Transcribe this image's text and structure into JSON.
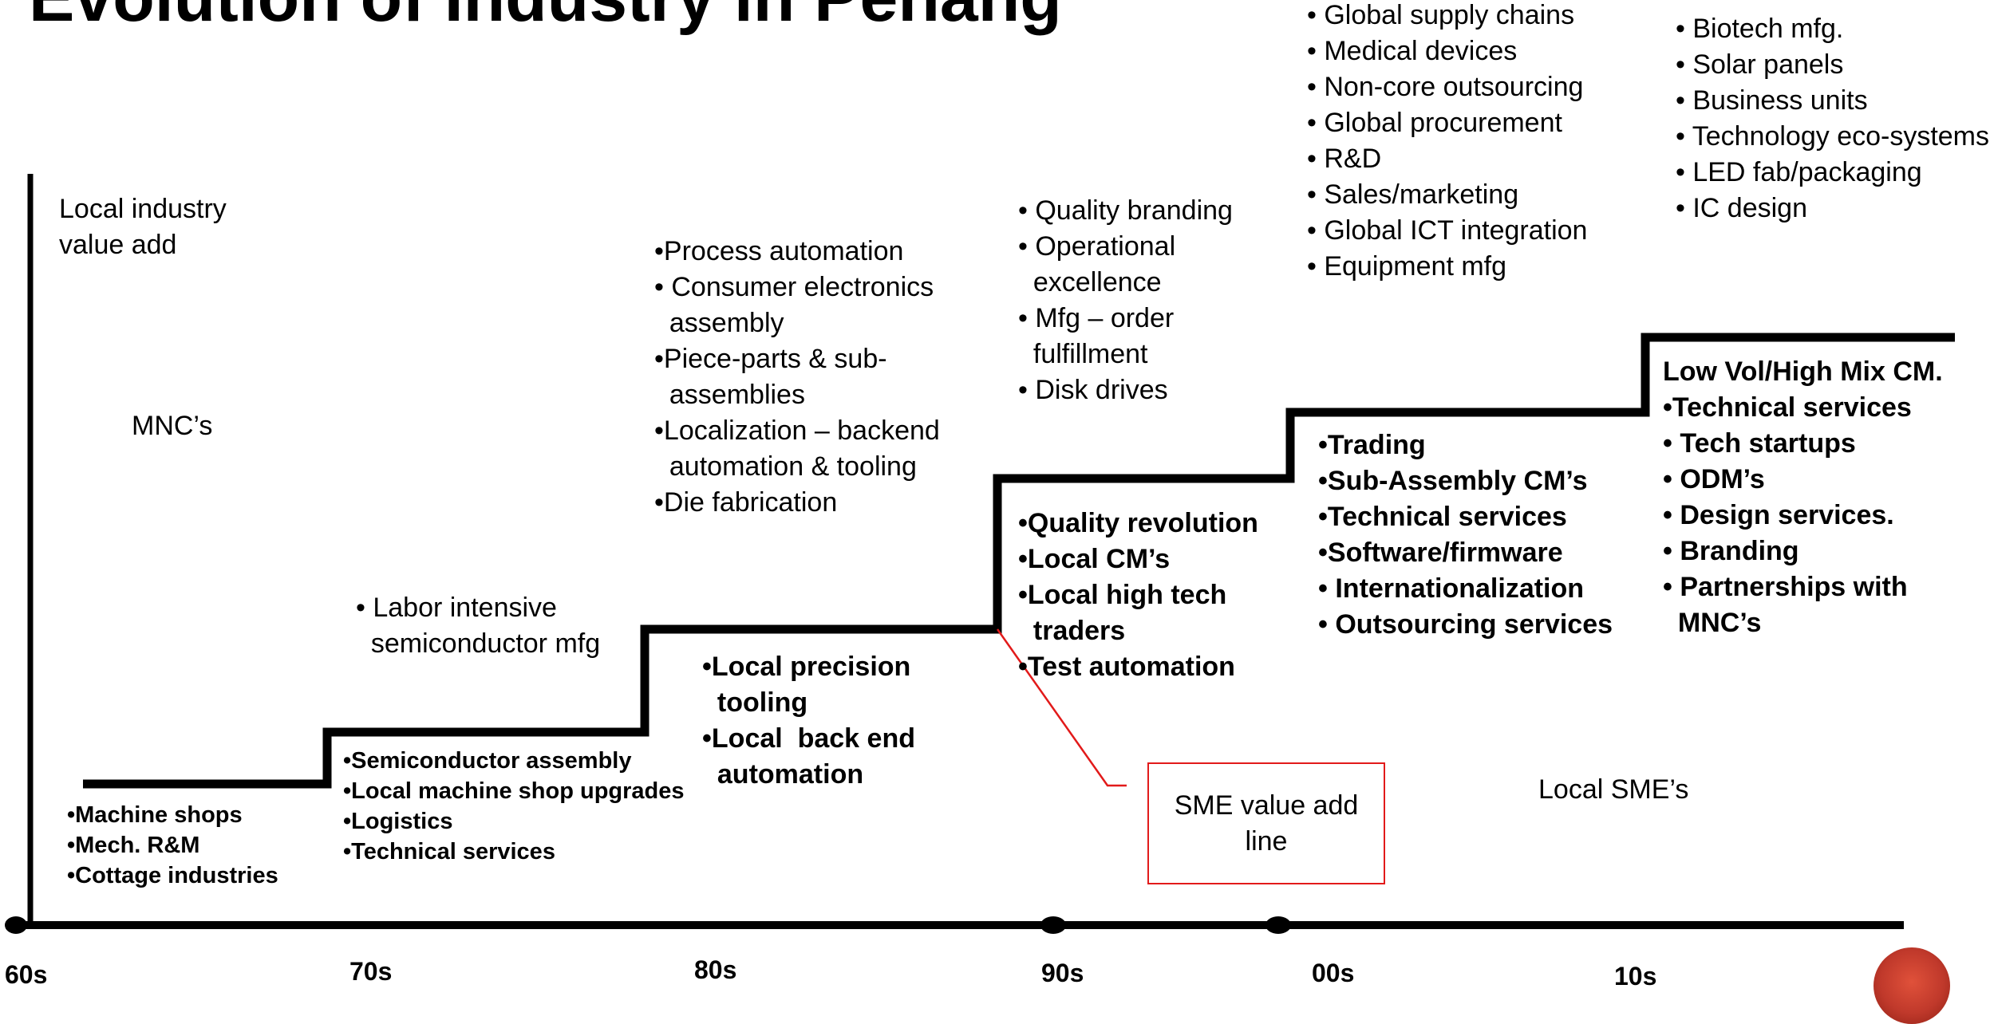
{
  "title": "Evolution of Industry in Penang",
  "y_axis_label": "Local industry\nvalue add",
  "mnc_label": "MNC’s",
  "sme_label": "Local SME’s",
  "sme_box_label": "SME value add\nline",
  "x_labels": [
    "60s",
    "70s",
    "80s",
    "90s",
    "00s",
    "10s"
  ],
  "mnc": {
    "era_70s": [
      "• Labor intensive",
      "  semiconductor mfg"
    ],
    "era_80s": [
      "•Process automation",
      "• Consumer electronics",
      "  assembly",
      "•Piece-parts & sub-",
      "  assemblies",
      "•Localization –  backend",
      "  automation & tooling",
      "•Die fabrication"
    ],
    "era_90s": [
      "• Quality branding",
      "• Operational",
      "  excellence",
      "• Mfg – order",
      "  fulfillment",
      "• Disk drives"
    ],
    "era_00s": [
      "• Global supply chains",
      "• Medical devices",
      "• Non-core outsourcing",
      "• Global procurement",
      "• R&D",
      "• Sales/marketing",
      "• Global ICT integration",
      "• Equipment mfg"
    ],
    "era_10s": [
      "• Biotech mfg.",
      "• Solar panels",
      "• Business units",
      "• Technology eco-systems",
      "• LED fab/packaging",
      "• IC design"
    ]
  },
  "sme": {
    "era_60s": [
      "•Machine shops",
      "•Mech. R&M",
      "•Cottage industries"
    ],
    "era_70s": [
      "•Semiconductor assembly",
      "•Local machine shop upgrades",
      "•Logistics",
      "•Technical services"
    ],
    "era_80s": [
      "•Local precision",
      "  tooling",
      "•Local  back end",
      "  automation"
    ],
    "era_90s": [
      "•Quality revolution",
      "•Local CM’s",
      "•Local high tech",
      "  traders",
      "•Test automation"
    ],
    "era_00s": [
      "•Trading",
      "•Sub-Assembly CM’s",
      "•Technical services",
      "•Software/firmware",
      "• Internationalization",
      "• Outsourcing services"
    ],
    "era_10s": [
      "Low Vol/High Mix CM.",
      "•Technical services",
      "• Tech startups",
      "• ODM’s",
      "• Design services.",
      "• Branding",
      "• Partnerships with",
      "  MNC’s"
    ]
  },
  "colors": {
    "line": "#000000",
    "accent": "#e21a1a",
    "logo": "#c0392b"
  }
}
